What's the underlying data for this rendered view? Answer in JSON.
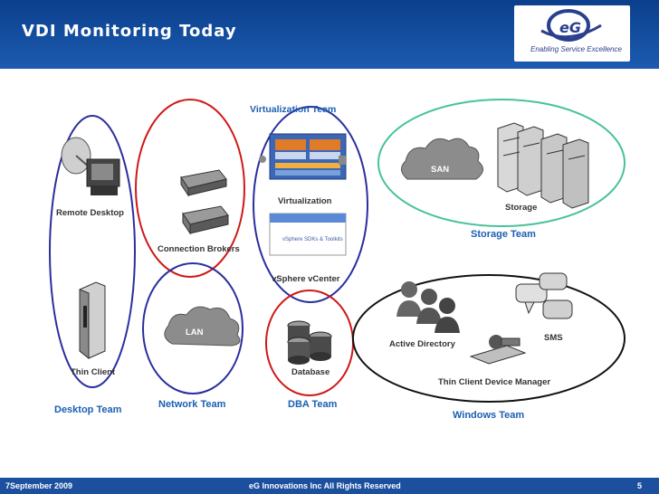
{
  "header": {
    "title": "VDI Monitoring Today",
    "logo_text": "eG",
    "tagline": "Enabling Service Excellence"
  },
  "labels": {
    "virtualization_team": "Virtualization Team",
    "virtualization": "Virtualization",
    "vsphere_vcenter": "vSphere vCenter",
    "remote_desktop": "Remote Desktop",
    "connection_brokers": "Connection Brokers",
    "san": "SAN",
    "storage": "Storage",
    "storage_team": "Storage Team",
    "lan": "LAN",
    "database": "Database",
    "active_directory": "Active Directory",
    "sms": "SMS",
    "thin_client": "Thin Client",
    "thin_client_device_manager": "Thin Client Device Manager",
    "desktop_team": "Desktop Team",
    "network_team": "Network Team",
    "dba_team": "DBA Team",
    "windows_team": "Windows Team"
  },
  "footer": {
    "date": "7September 2009",
    "copyright": "eG Innovations Inc  All Rights Reserved",
    "page": "5"
  },
  "colors": {
    "header_blue": "#0b3f8c",
    "team_blue": "#1b5fb3",
    "team_red": "#c01818",
    "ellipse_blue": "#2a2f9e",
    "ellipse_red": "#d01818",
    "ellipse_green": "#48c29a"
  }
}
